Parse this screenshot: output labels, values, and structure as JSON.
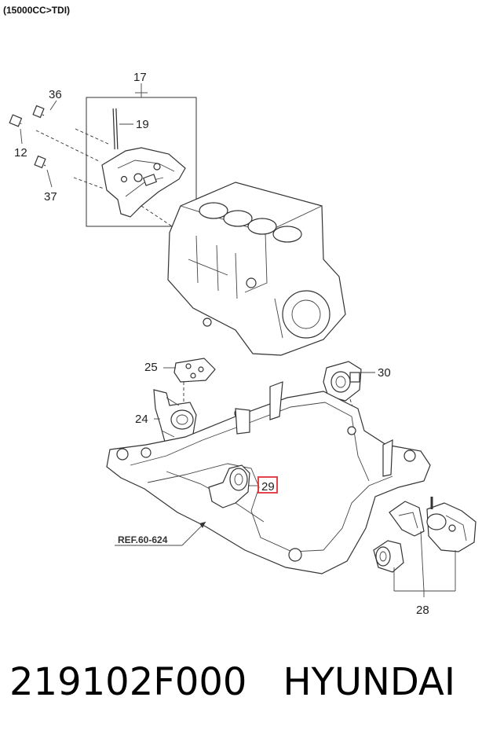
{
  "header": {
    "variant": "(15000CC>TDI)"
  },
  "callouts": {
    "c17": "17",
    "c36": "36",
    "c19": "19",
    "c12": "12",
    "c37": "37",
    "c25": "25",
    "c30": "30",
    "c24": "24",
    "c29": "29",
    "c28": "28"
  },
  "reference": {
    "label": "REF.60-624"
  },
  "footer": {
    "part_number": "219102F000",
    "brand": "HYUNDAI"
  },
  "colors": {
    "highlight": "#e0303a",
    "line": "#333333"
  }
}
